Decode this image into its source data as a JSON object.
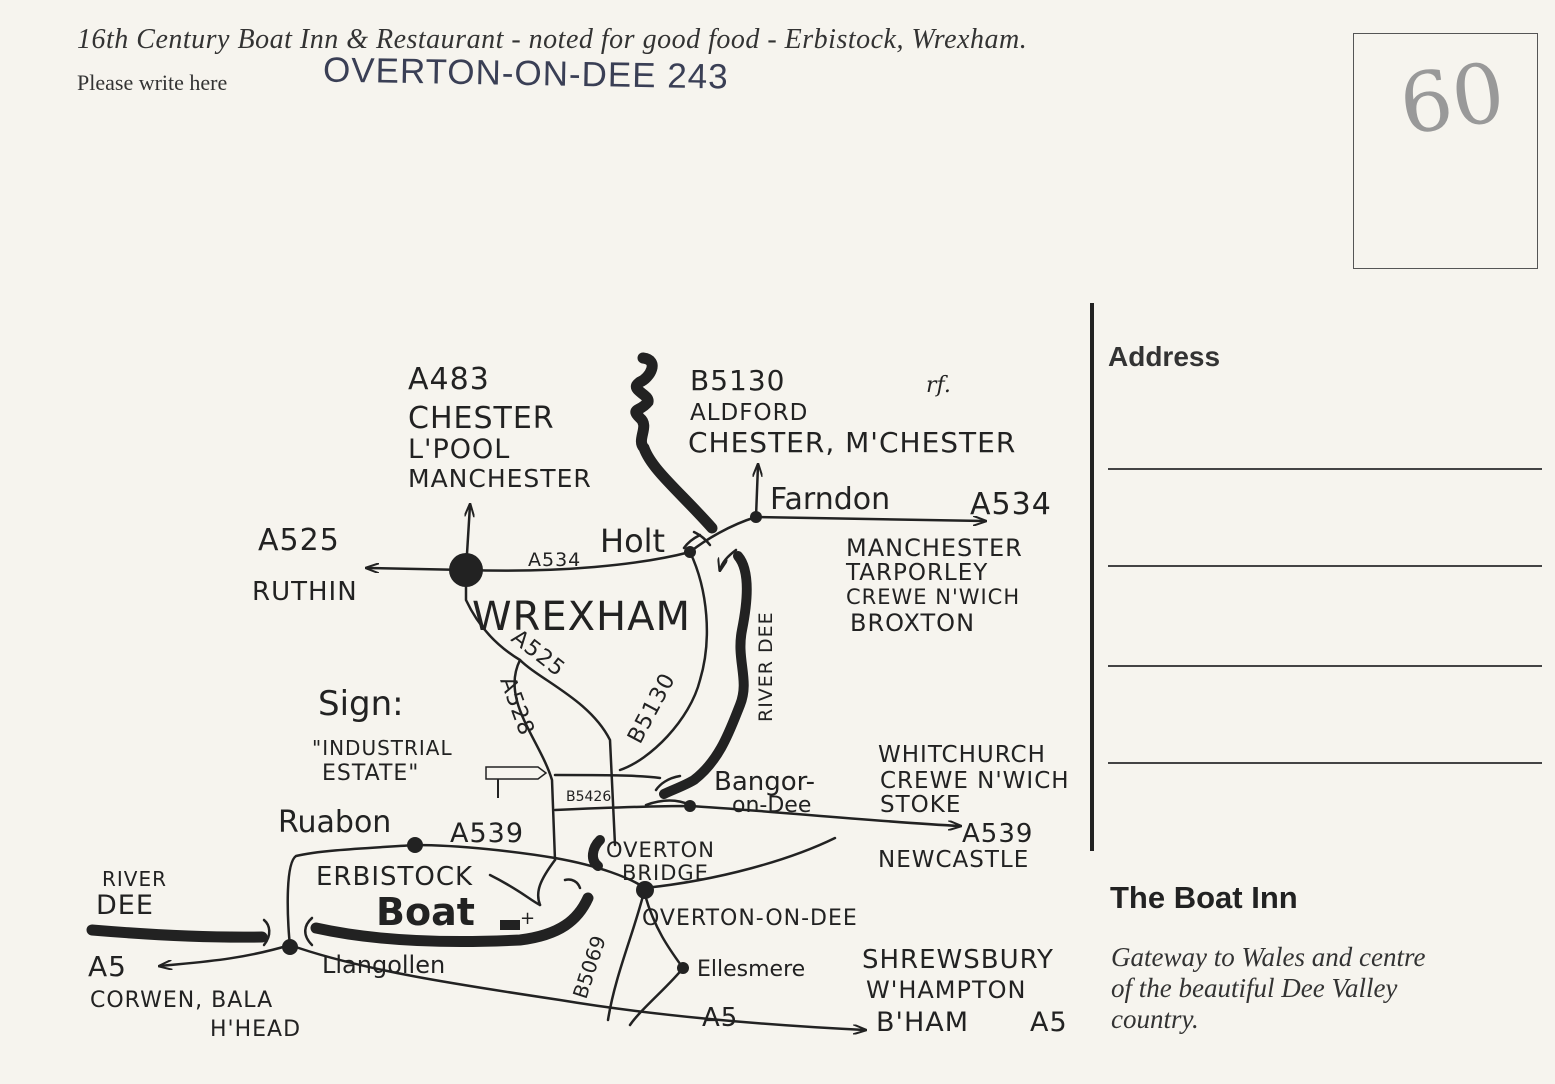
{
  "header": {
    "title": "16th Century Boat Inn & Restaurant - noted for good food - Erbistock, Wrexham.",
    "write_here": "Please write here",
    "phone": "OVERTON-ON-DEE 243"
  },
  "stamp": {
    "price_mark": "60"
  },
  "address": {
    "label": "Address",
    "line_count": 4
  },
  "footer": {
    "title": "The Boat Inn",
    "tagline_lines": [
      "Gateway to Wales and centre",
      "of the beautiful Dee Valley",
      "country."
    ]
  },
  "map": {
    "north_routes": {
      "a483": "A483",
      "a483_1": "CHESTER",
      "a483_2": "L'POOL",
      "a483_3": "MANCHESTER",
      "b5130": "B5130",
      "b5130_1": "ALDFORD",
      "b5130_2": "CHESTER, M'CHESTER"
    },
    "initials": "rf.",
    "farndon": "Farndon",
    "east_routes": {
      "a534": "A534",
      "e1": "MANCHESTER",
      "e2": "TARPORLEY",
      "e3": "CREWE N'WICH",
      "e4": "BROXTON"
    },
    "west_routes": {
      "a525": "A525",
      "ruthin": "RUTHIN"
    },
    "holt": "Holt",
    "a534_small": "A534",
    "wrexham": "WREXHAM",
    "a525_road": "A525",
    "a528_road": "A528",
    "b5130_road": "B5130",
    "river_dee_vertical": "RIVER DEE",
    "sign": {
      "title": "Sign:",
      "line1": "\"INDUSTRIAL",
      "line2": "ESTATE\""
    },
    "b5426": "B5426",
    "bangor": {
      "line1": "Bangor-",
      "line2": "on-Dee"
    },
    "southeast_routes": {
      "s1": "WHITCHURCH",
      "s2": "CREWE N'WICH",
      "s3": "STOKE",
      "a539": "A539",
      "s4": "NEWCASTLE"
    },
    "ruabon": "Ruabon",
    "a539_west": "A539",
    "overton_bridge": {
      "line1": "OVERTON",
      "line2": "BRIDGE"
    },
    "erbistock": "ERBISTOCK",
    "boat": "Boat",
    "river_dee_west": {
      "line1": "RIVER",
      "line2": "DEE"
    },
    "overton_on_dee": "OVERTON-ON-DEE",
    "b5069": "B5069",
    "ellesmere": "Ellesmere",
    "llangollen": "Llangollen",
    "a5_west": "A5",
    "southwest_routes": {
      "sw1": "CORWEN, BALA",
      "sw2": "H'HEAD"
    },
    "south_routes": {
      "s1": "SHREWSBURY",
      "s2": "W'HAMPTON",
      "s3": "B'HAM",
      "a5": "A5"
    },
    "a5_road": "A5"
  }
}
